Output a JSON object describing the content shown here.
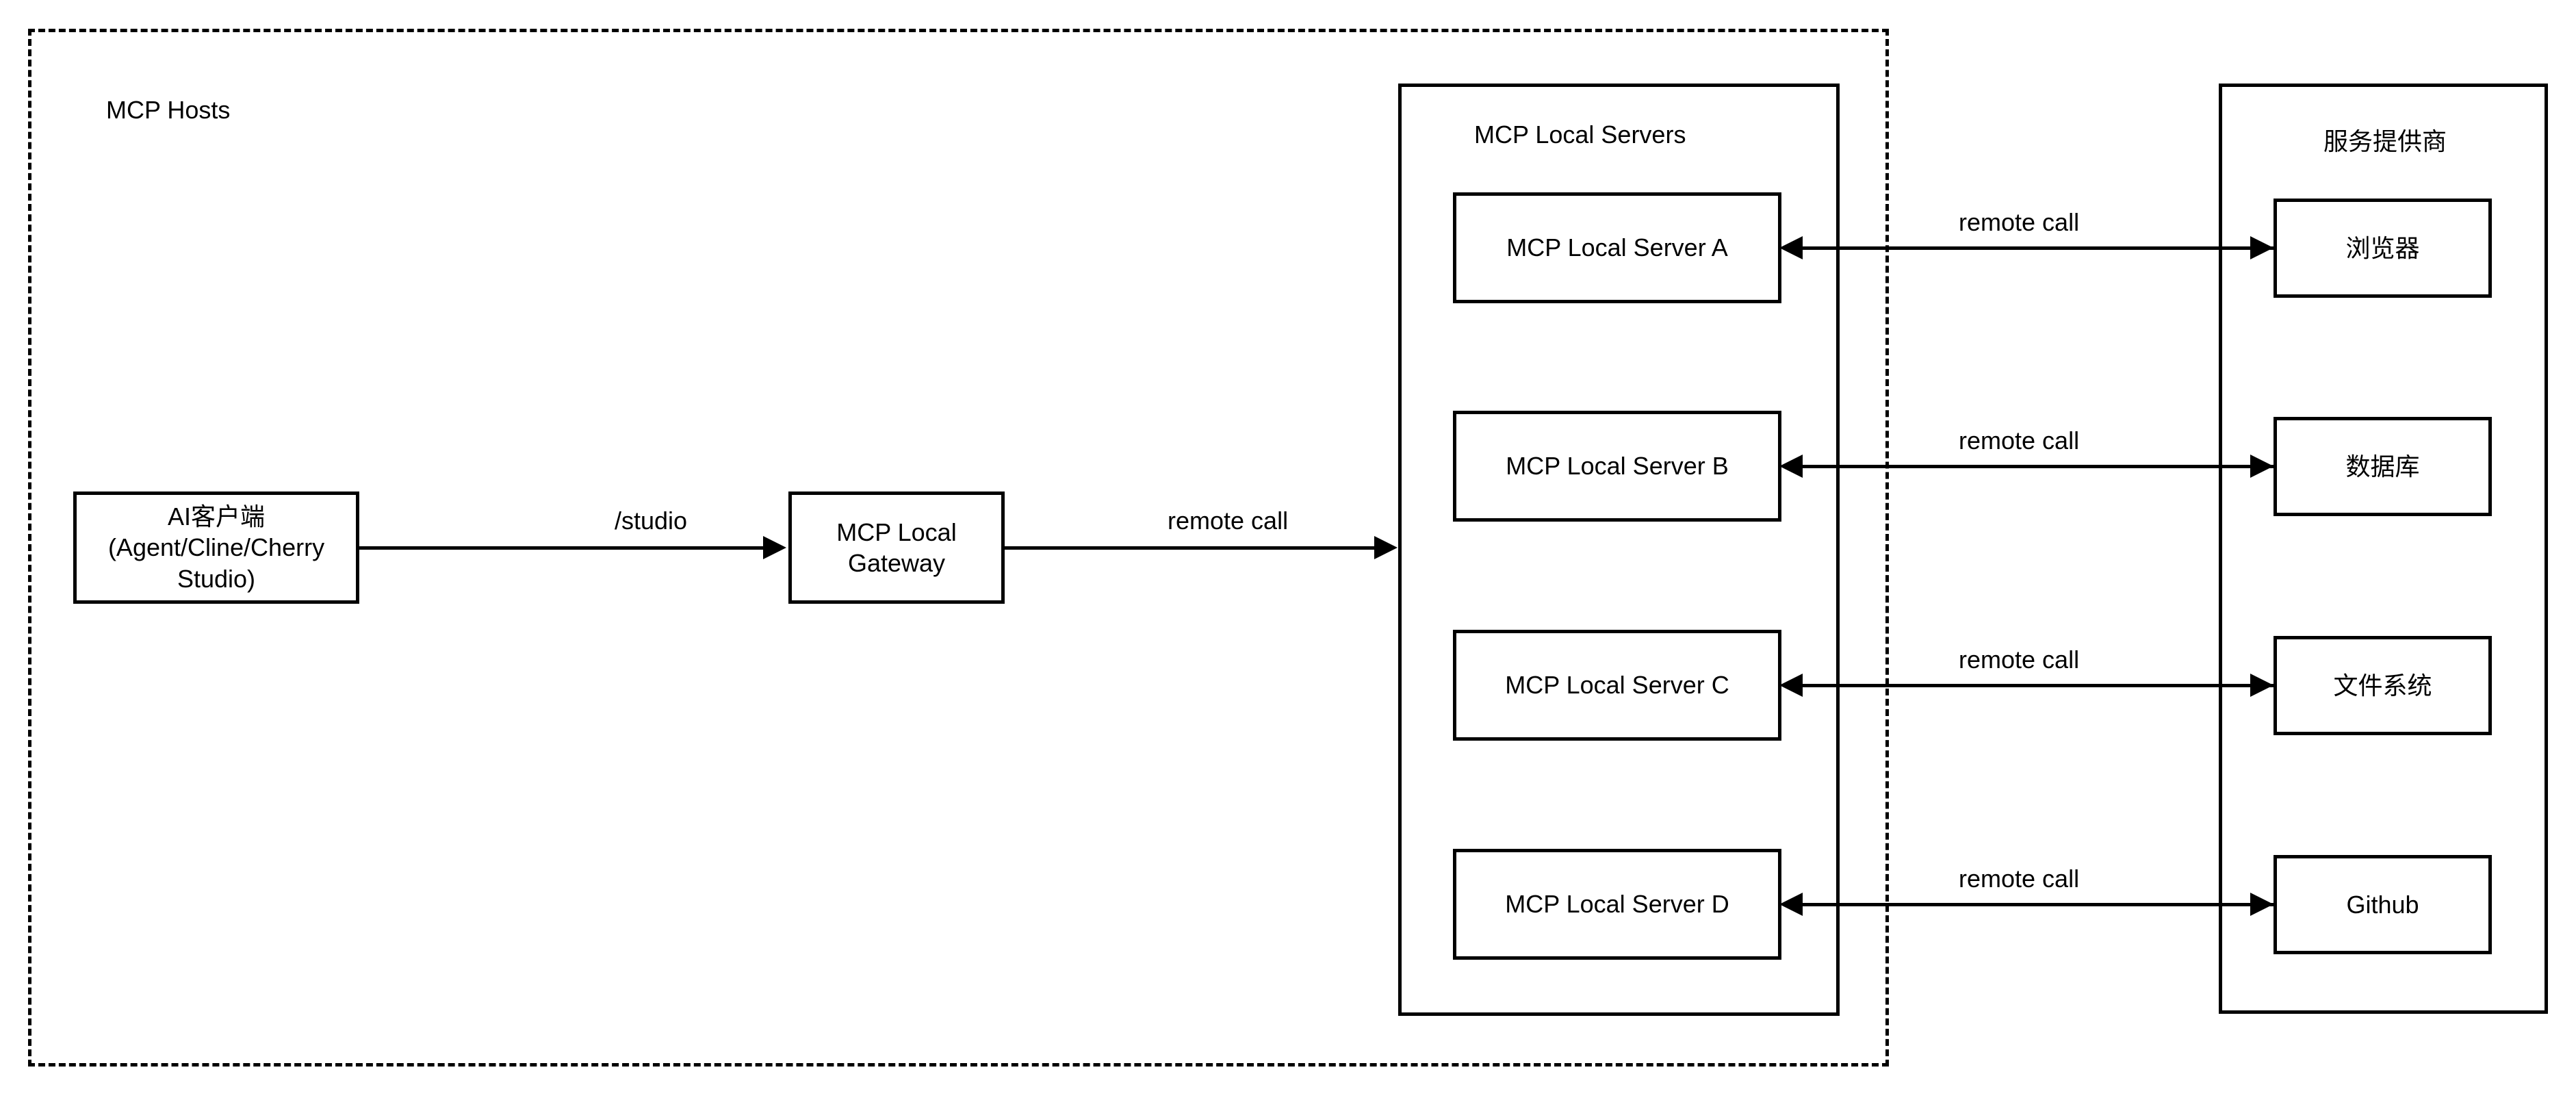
{
  "diagram": {
    "hosts_boundary_label": "MCP Hosts",
    "groups": {
      "servers_title": "MCP Local Servers",
      "providers_title": "服务提供商"
    },
    "nodes": {
      "client": {
        "line1": "AI客户端",
        "line2": "(Agent/Cline/Cherry Studio)"
      },
      "gateway": {
        "label": "MCP Local Gateway"
      },
      "servers": [
        {
          "label": "MCP Local Server A"
        },
        {
          "label": "MCP Local Server B"
        },
        {
          "label": "MCP Local Server C"
        },
        {
          "label": "MCP Local Server D"
        }
      ],
      "providers": [
        {
          "label": "浏览器"
        },
        {
          "label": "数据库"
        },
        {
          "label": "文件系统"
        },
        {
          "label": "Github"
        }
      ]
    },
    "edges": {
      "client_to_gateway": "/studio",
      "gateway_to_servers": "remote call",
      "server_provider": [
        "remote call",
        "remote call",
        "remote call",
        "remote call"
      ]
    },
    "colors": {
      "stroke": "#000000",
      "fill": "#ffffff",
      "text": "#000000"
    }
  }
}
